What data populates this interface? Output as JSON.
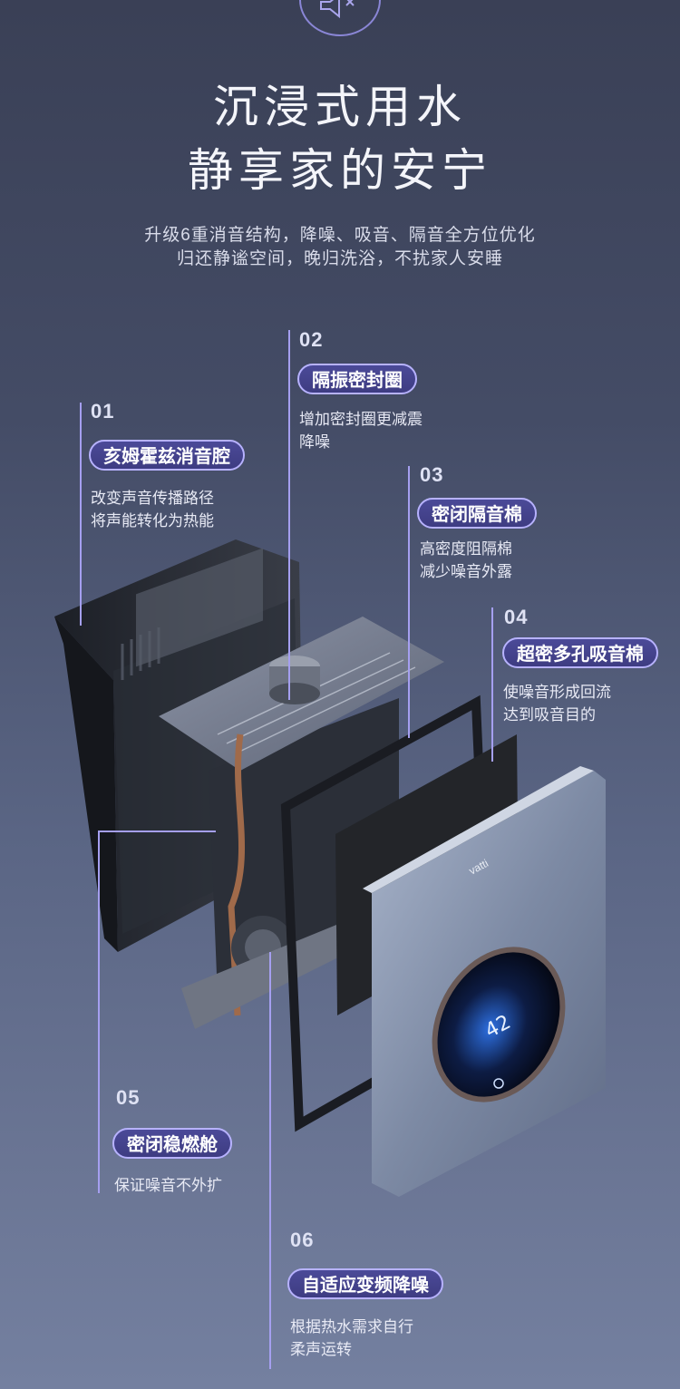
{
  "title_line1": "沉浸式用水",
  "title_line2": "静享家的安宁",
  "subtitle_line1": "升级6重消音结构，降噪、吸音、隔音全方位优化",
  "subtitle_line2": "归还静谧空间，晚归洗浴，不扰家人安睡",
  "features": [
    {
      "num": "01",
      "title": "亥姆霍兹消音腔",
      "desc1": "改变声音传播路径",
      "desc2": "将声能转化为热能"
    },
    {
      "num": "02",
      "title": "隔振密封圈",
      "desc1": "增加密封圈更减震",
      "desc2": "降噪"
    },
    {
      "num": "03",
      "title": "密闭隔音棉",
      "desc1": "高密度阻隔棉",
      "desc2": "减少噪音外露"
    },
    {
      "num": "04",
      "title": "超密多孔吸音棉",
      "desc1": "使噪音形成回流",
      "desc2": "达到吸音目的"
    },
    {
      "num": "05",
      "title": "密闭稳燃舱",
      "desc1": "保证噪音不外扩",
      "desc2": ""
    },
    {
      "num": "06",
      "title": "自适应变频降噪",
      "desc1": "根据热水需求自行",
      "desc2": "柔声运转"
    }
  ],
  "brand_logo": "vatti",
  "display_temp": "42",
  "colors": {
    "accent": "#a59ff0",
    "pill_bg": "#403e86"
  }
}
